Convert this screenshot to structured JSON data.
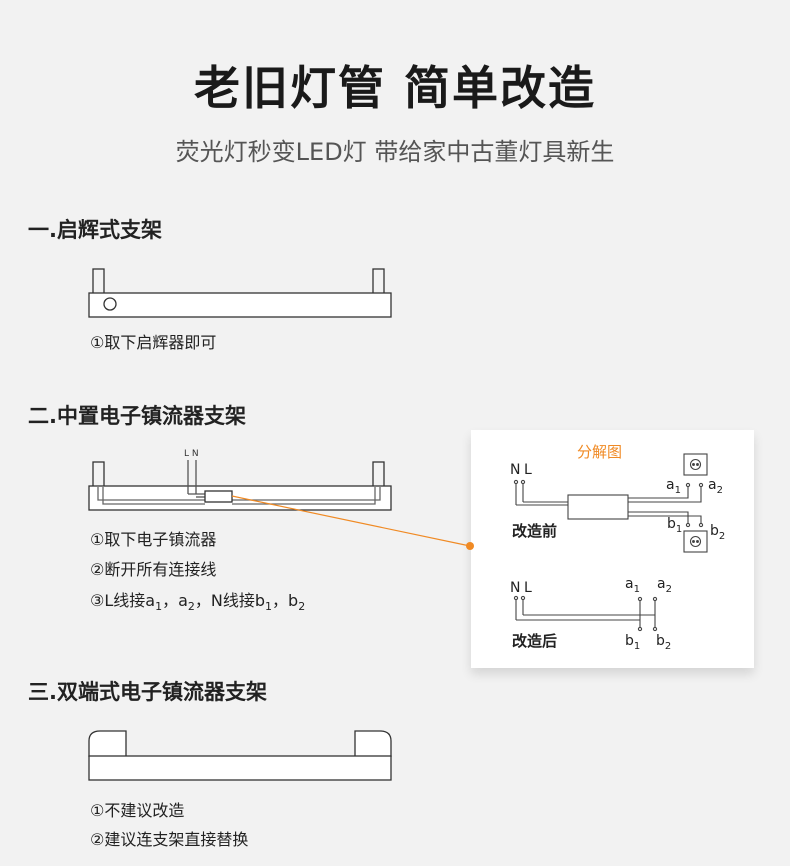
{
  "header": {
    "title": "老旧灯管 简单改造",
    "subtitle": "荧光灯秒变LED灯 带给家中古董灯具新生"
  },
  "sections": [
    {
      "title": "一.启辉式支架",
      "notes": [
        "①取下启辉器即可"
      ]
    },
    {
      "title": "二.中置电子镇流器支架",
      "wire_labels": "L N",
      "notes": [
        "①取下电子镇流器",
        "②断开所有连接线"
      ],
      "note3": {
        "prefix": "③L线接a",
        "s1": "1",
        "m1": "，a",
        "s2": "2",
        "m2": "，N线接b",
        "s3": "1",
        "m3": "，b",
        "s4": "2"
      }
    },
    {
      "title": "三.双端式电子镇流器支架",
      "notes": [
        "①不建议改造",
        "②建议连支架直接替换"
      ]
    }
  ],
  "exploded_view": {
    "title": "分解图",
    "before_label": "改造前",
    "after_label": "改造后",
    "n": "N",
    "l": "L",
    "a": "a",
    "b": "b",
    "sub1": "1",
    "sub2": "2",
    "colors": {
      "accent": "#f08a24"
    }
  }
}
